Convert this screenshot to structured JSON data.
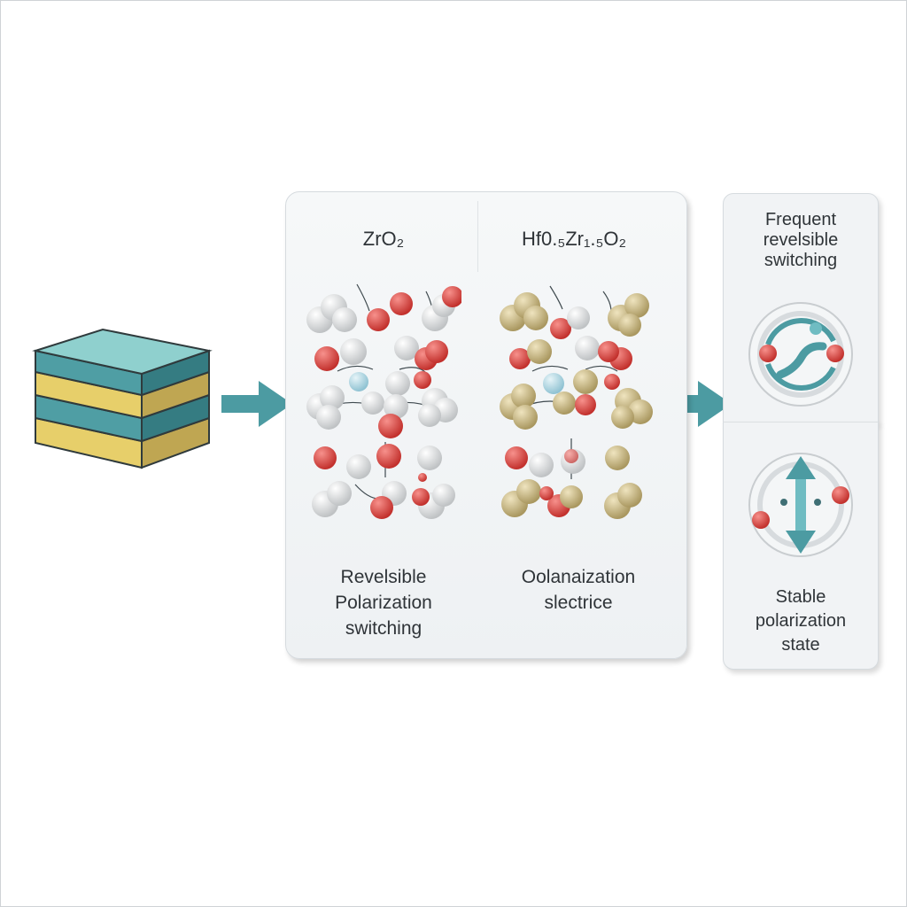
{
  "materials": {
    "zro2": {
      "title": "ZrO₂",
      "caption_lines": [
        "Revelsible",
        "Polarization",
        "switching"
      ]
    },
    "hzo": {
      "title": "Hf0.₅Zr₁.₅O₂",
      "caption_lines": [
        "Oolanaization",
        "slectrice"
      ]
    }
  },
  "outcomes": {
    "top": {
      "lines": [
        "Frequent",
        "revelsible",
        "switching"
      ],
      "icon": "reversible-switching-icon"
    },
    "bottom": {
      "lines": [
        "Stable",
        "polarization",
        "state"
      ],
      "icon": "stable-polarization-icon"
    }
  },
  "colors": {
    "teal": "#4c9ba2",
    "teal_light": "#6fbcc2",
    "yellow": "#e6cf6b",
    "oxygen_red": "#e04a45",
    "zr_white": "#eeeeee",
    "hf_tan": "#c9b98a",
    "dopant_blue": "#a9d3e0"
  }
}
